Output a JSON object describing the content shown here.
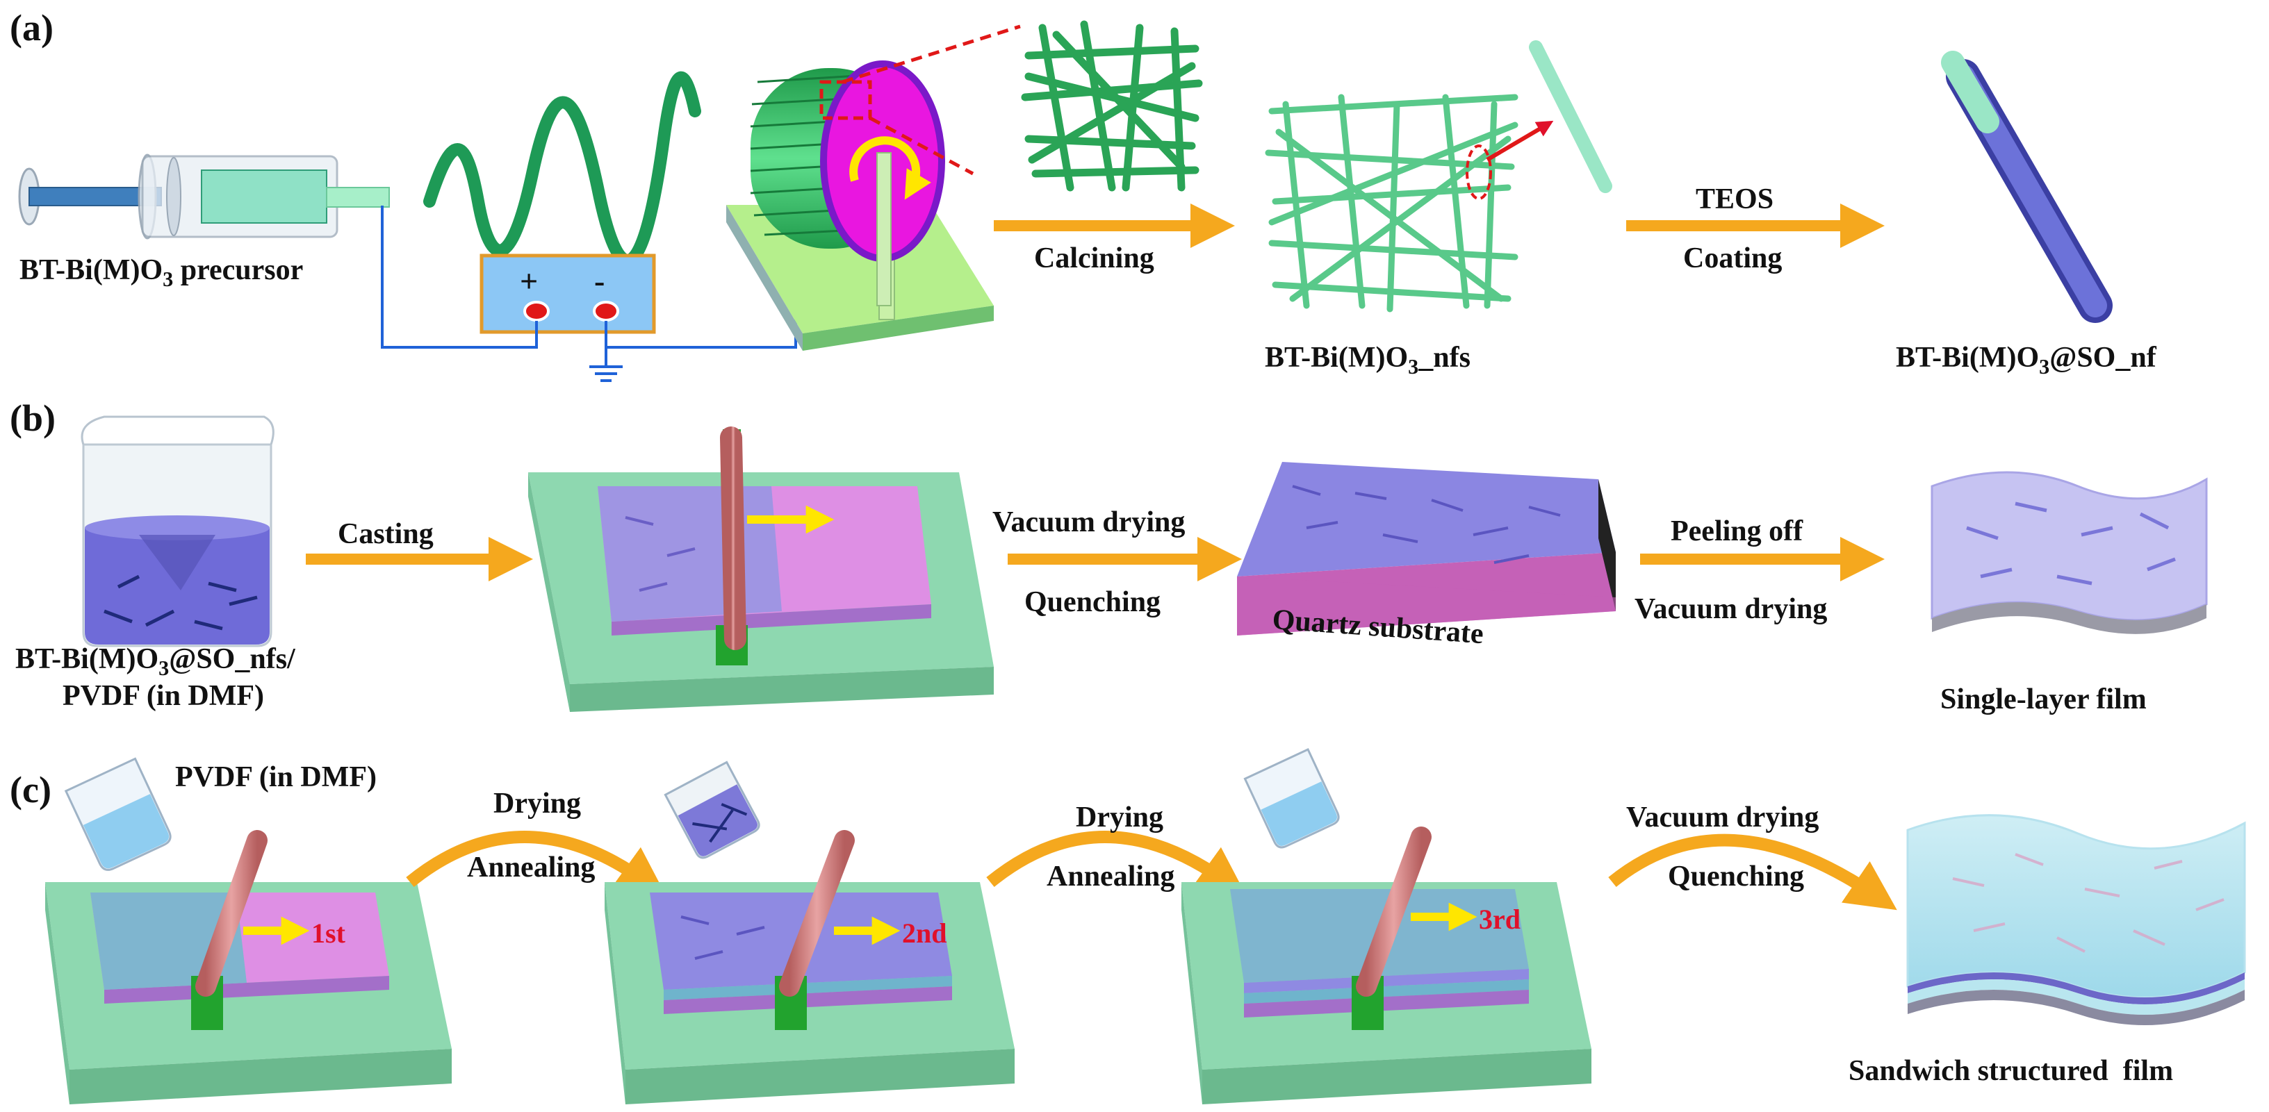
{
  "panels": {
    "a": "(a)",
    "b": "(b)",
    "c": "(c)"
  },
  "row_a": {
    "precursor_main": "BT-Bi(M)O",
    "precursor_sub": "3",
    "precursor_tail": " precursor",
    "plus": "+",
    "minus": "-",
    "calcining": "Calcining",
    "nfs_main": "BT-Bi(M)O",
    "nfs_sub": "3",
    "nfs_tail": "_nfs",
    "teos": "TEOS",
    "coating": "Coating",
    "coated_main": "BT-Bi(M)O",
    "coated_sub": "3",
    "coated_tail": "@SO_nf"
  },
  "row_b": {
    "solution_l1_main": "BT-Bi(M)O",
    "solution_l1_sub": "3",
    "solution_l1_tail": "@SO_nfs/",
    "solution_l2": "PVDF (in DMF)",
    "casting": "Casting",
    "vacuum_drying": "Vacuum drying",
    "quenching": "Quenching",
    "substrate": "Quartz substrate",
    "peeling_off": "Peeling off",
    "vacuum_drying_2": "Vacuum drying",
    "single_layer": "Single-layer film"
  },
  "row_c": {
    "pvdf": "PVDF (in DMF)",
    "layer1": "1st",
    "drying_1": "Drying",
    "annealing_1": "Annealing",
    "layer2": "2nd",
    "drying_2": "Drying",
    "annealing_2": "Annealing",
    "layer3": "3rd",
    "vacuum_drying": "Vacuum drying",
    "quenching": "Quenching",
    "sandwich": "Sandwich structured  film"
  },
  "colors": {
    "arrow": "#f5a81e",
    "fiber": "#69d49a",
    "fiber_dark": "#2aa456",
    "wire": "#1f62d8",
    "film_purple": "#9a8fe0",
    "film_pink": "#d98ce0",
    "base_green": "#7ed3a8",
    "roller": "#d98080",
    "clamp": "#22a32e",
    "yellow_arrow": "#ffe600",
    "red_text": "#e0102a"
  }
}
